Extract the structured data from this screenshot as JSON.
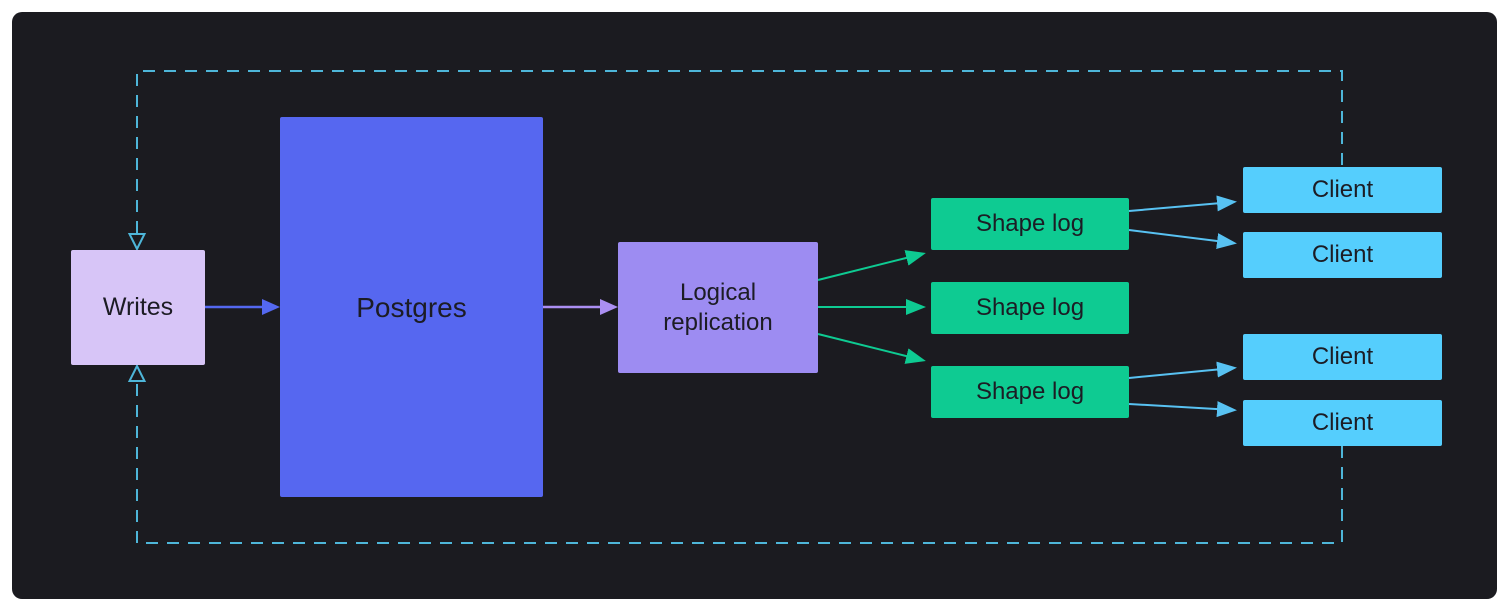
{
  "diagram": {
    "description": "Data flow diagram: writes go into Postgres, flow out via logical replication into shape logs consumed by clients, which loop writes back",
    "nodes": {
      "writes": {
        "label": "Writes",
        "color": "#d7c5f7"
      },
      "postgres": {
        "label": "Postgres",
        "color": "#5667f0"
      },
      "logical_replication": {
        "label": "Logical replication",
        "color": "#9d8cf2"
      },
      "shape_logs": [
        {
          "label": "Shape log"
        },
        {
          "label": "Shape log"
        },
        {
          "label": "Shape log"
        }
      ],
      "shape_log_color": "#0ecb92",
      "clients": [
        {
          "label": "Client"
        },
        {
          "label": "Client"
        },
        {
          "label": "Client"
        },
        {
          "label": "Client"
        }
      ],
      "client_color": "#55cefd"
    },
    "edges": [
      {
        "from": "writes",
        "to": "postgres",
        "style": "solid",
        "color": "#5468f0"
      },
      {
        "from": "postgres",
        "to": "logical_replication",
        "style": "solid",
        "color": "#ab8ff2"
      },
      {
        "from": "logical_replication",
        "to": "shape_log_1",
        "style": "solid",
        "color": "#0ecb92"
      },
      {
        "from": "logical_replication",
        "to": "shape_log_2",
        "style": "solid",
        "color": "#0ecb92"
      },
      {
        "from": "logical_replication",
        "to": "shape_log_3",
        "style": "solid",
        "color": "#0ecb92"
      },
      {
        "from": "shape_log_1",
        "to": "client_1",
        "style": "solid",
        "color": "#58c2f2"
      },
      {
        "from": "shape_log_1",
        "to": "client_2",
        "style": "solid",
        "color": "#58c2f2"
      },
      {
        "from": "shape_log_3",
        "to": "client_3",
        "style": "solid",
        "color": "#58c2f2"
      },
      {
        "from": "shape_log_3",
        "to": "client_4",
        "style": "solid",
        "color": "#58c2f2"
      },
      {
        "from": "clients",
        "to": "writes",
        "style": "dashed",
        "color": "#4eb6d9",
        "note": "feedback loop with hollow arrowheads into top and bottom of Writes"
      }
    ],
    "colors": {
      "page_bg": "#ffffff",
      "canvas_bg": "#1b1b20",
      "text": "#1c1c24",
      "dashed_loop": "#4eb6d9"
    }
  }
}
